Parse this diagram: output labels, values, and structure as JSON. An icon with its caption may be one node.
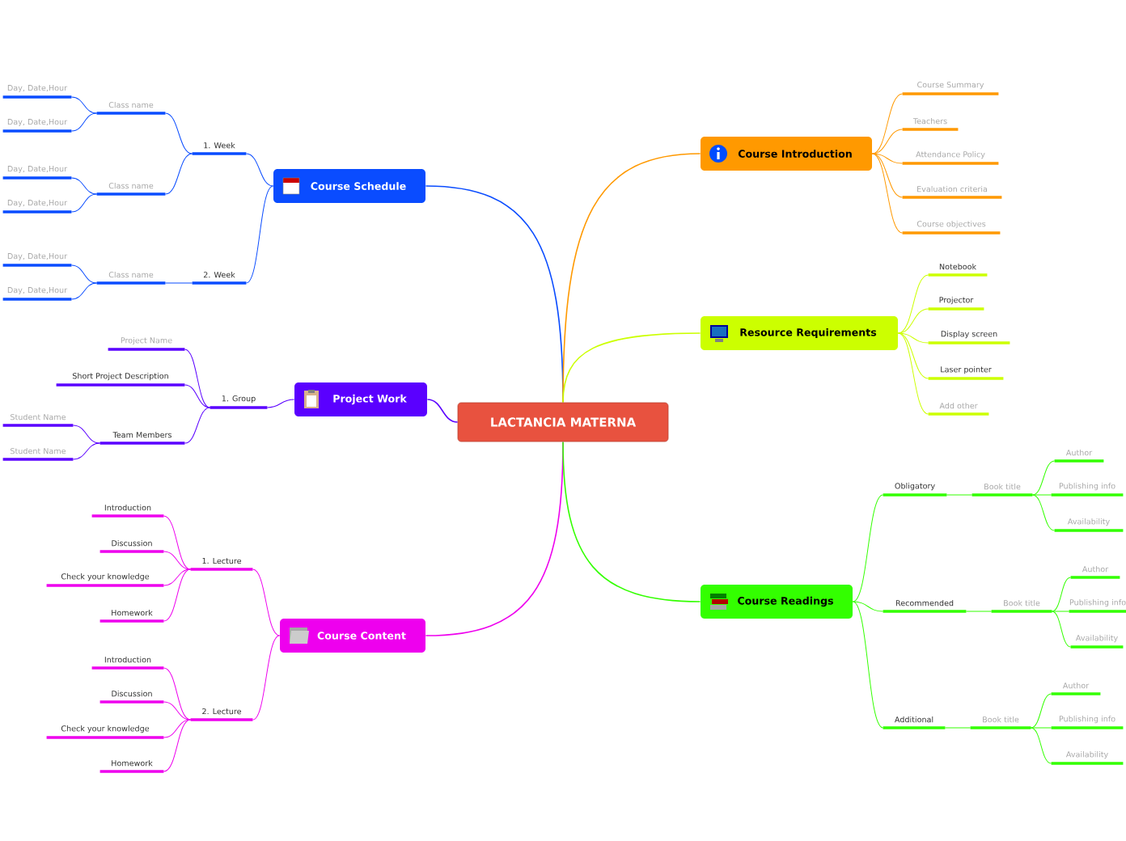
{
  "diagram": {
    "nodes": [
      {
        "text": [
          "LACTANCIA MATERNA"
        ]
      },
      {
        "text": [
          "Course Schedule"
        ]
      },
      {
        "text": [
          "1. Week"
        ]
      },
      {
        "text": [
          "Class name"
        ]
      },
      {
        "text": [
          "Day, Date,Hour"
        ]
      },
      {
        "text": [
          "Day, Date,Hour"
        ]
      },
      {
        "text": [
          "Class name"
        ]
      },
      {
        "text": [
          "Day, Date,Hour"
        ]
      },
      {
        "text": [
          "Day, Date,Hour"
        ]
      },
      {
        "text": [
          "2. Week"
        ]
      },
      {
        "text": [
          "Class name"
        ]
      },
      {
        "text": [
          "Day, Date,Hour"
        ]
      },
      {
        "text": [
          "Day, Date,Hour"
        ]
      },
      {
        "text": [
          "Project Work"
        ]
      },
      {
        "text": [
          "1. Group"
        ]
      },
      {
        "text": [
          "Project Name"
        ]
      },
      {
        "text": [
          "Short Project Description"
        ]
      },
      {
        "text": [
          "Team Members"
        ]
      },
      {
        "text": [
          "Student Name"
        ]
      },
      {
        "text": [
          "Student Name"
        ]
      },
      {
        "text": [
          "Course Content"
        ]
      },
      {
        "text": [
          "1. Lecture"
        ]
      },
      {
        "text": [
          "Introduction"
        ]
      },
      {
        "text": [
          "Discussion"
        ]
      },
      {
        "text": [
          "Check your knowledge"
        ]
      },
      {
        "text": [
          "Homework"
        ]
      },
      {
        "text": [
          "2. Lecture"
        ]
      },
      {
        "text": [
          "Introduction"
        ]
      },
      {
        "text": [
          "Discussion"
        ]
      },
      {
        "text": [
          "Check your knowledge"
        ]
      },
      {
        "text": [
          "Homework"
        ]
      },
      {
        "text": [
          "Course Introduction"
        ]
      },
      {
        "text": [
          "Course Summary"
        ]
      },
      {
        "text": [
          "Teachers"
        ]
      },
      {
        "text": [
          "Attendance Policy"
        ]
      },
      {
        "text": [
          "Evaluation criteria"
        ]
      },
      {
        "text": [
          "Course objectives"
        ]
      },
      {
        "text": [
          "Resource Requirements"
        ]
      },
      {
        "text": [
          "Notebook"
        ]
      },
      {
        "text": [
          "Projector"
        ]
      },
      {
        "text": [
          "Display screen"
        ]
      },
      {
        "text": [
          "Laser pointer"
        ]
      },
      {
        "text": [
          "Add other"
        ]
      },
      {
        "text": [
          "Course Readings"
        ]
      },
      {
        "text": [
          "Obligatory"
        ]
      },
      {
        "text": [
          "Book title"
        ]
      },
      {
        "text": [
          "Author"
        ]
      },
      {
        "text": [
          "Publishing info"
        ]
      },
      {
        "text": [
          "Availability"
        ]
      },
      {
        "text": [
          "Recommended"
        ]
      },
      {
        "text": [
          "Book title"
        ]
      },
      {
        "text": [
          "Author"
        ]
      },
      {
        "text": [
          "Publishing info"
        ]
      },
      {
        "text": [
          "Availability"
        ]
      },
      {
        "text": [
          "Additional"
        ]
      },
      {
        "text": [
          "Book title"
        ]
      },
      {
        "text": [
          "Author"
        ]
      },
      {
        "text": [
          "Publishing info"
        ]
      },
      {
        "text": [
          "Availability"
        ]
      }
    ],
    "edges": [
      {
        "from": 0,
        "to": 1,
        "arrow": "none",
        "color": "#0a4cff"
      },
      {
        "from": 1,
        "to": 2,
        "arrow": "none",
        "color": "#0a4cff"
      },
      {
        "from": 2,
        "to": 3,
        "arrow": "none",
        "color": "#0a4cff"
      },
      {
        "from": 3,
        "to": 4,
        "arrow": "none",
        "color": "#0a4cff"
      },
      {
        "from": 3,
        "to": 5,
        "arrow": "none",
        "color": "#0a4cff"
      },
      {
        "from": 2,
        "to": 6,
        "arrow": "none",
        "color": "#0a4cff"
      },
      {
        "from": 6,
        "to": 7,
        "arrow": "none",
        "color": "#0a4cff"
      },
      {
        "from": 6,
        "to": 8,
        "arrow": "none",
        "color": "#0a4cff"
      },
      {
        "from": 1,
        "to": 9,
        "arrow": "none",
        "color": "#0a4cff"
      },
      {
        "from": 9,
        "to": 10,
        "arrow": "none",
        "color": "#0a4cff"
      },
      {
        "from": 10,
        "to": 11,
        "arrow": "none",
        "color": "#0a4cff"
      },
      {
        "from": 10,
        "to": 12,
        "arrow": "none",
        "color": "#0a4cff"
      },
      {
        "from": 0,
        "to": 13,
        "arrow": "none",
        "color": "#5a00ff"
      },
      {
        "from": 13,
        "to": 14,
        "arrow": "none",
        "color": "#5a00ff"
      },
      {
        "from": 14,
        "to": 15,
        "arrow": "none",
        "color": "#5a00ff"
      },
      {
        "from": 14,
        "to": 16,
        "arrow": "none",
        "color": "#5a00ff"
      },
      {
        "from": 14,
        "to": 17,
        "arrow": "none",
        "color": "#5a00ff"
      },
      {
        "from": 17,
        "to": 18,
        "arrow": "none",
        "color": "#5a00ff"
      },
      {
        "from": 17,
        "to": 19,
        "arrow": "none",
        "color": "#5a00ff"
      },
      {
        "from": 0,
        "to": 20,
        "arrow": "none",
        "color": "#ee00ee"
      },
      {
        "from": 20,
        "to": 21,
        "arrow": "none",
        "color": "#ee00ee"
      },
      {
        "from": 21,
        "to": 22,
        "arrow": "none",
        "color": "#ee00ee"
      },
      {
        "from": 21,
        "to": 23,
        "arrow": "none",
        "color": "#ee00ee"
      },
      {
        "from": 21,
        "to": 24,
        "arrow": "none",
        "color": "#ee00ee"
      },
      {
        "from": 21,
        "to": 25,
        "arrow": "none",
        "color": "#ee00ee"
      },
      {
        "from": 20,
        "to": 26,
        "arrow": "none",
        "color": "#ee00ee"
      },
      {
        "from": 26,
        "to": 27,
        "arrow": "none",
        "color": "#ee00ee"
      },
      {
        "from": 26,
        "to": 28,
        "arrow": "none",
        "color": "#ee00ee"
      },
      {
        "from": 26,
        "to": 29,
        "arrow": "none",
        "color": "#ee00ee"
      },
      {
        "from": 26,
        "to": 30,
        "arrow": "none",
        "color": "#ee00ee"
      },
      {
        "from": 0,
        "to": 31,
        "arrow": "none",
        "color": "#ff9900"
      },
      {
        "from": 31,
        "to": 32,
        "arrow": "none",
        "color": "#ff9900"
      },
      {
        "from": 31,
        "to": 33,
        "arrow": "none",
        "color": "#ff9900"
      },
      {
        "from": 31,
        "to": 34,
        "arrow": "none",
        "color": "#ff9900"
      },
      {
        "from": 31,
        "to": 35,
        "arrow": "none",
        "color": "#ff9900"
      },
      {
        "from": 31,
        "to": 36,
        "arrow": "none",
        "color": "#ff9900"
      },
      {
        "from": 0,
        "to": 37,
        "arrow": "none",
        "color": "#ccff00"
      },
      {
        "from": 37,
        "to": 38,
        "arrow": "none",
        "color": "#ccff00"
      },
      {
        "from": 37,
        "to": 39,
        "arrow": "none",
        "color": "#ccff00"
      },
      {
        "from": 37,
        "to": 40,
        "arrow": "none",
        "color": "#ccff00"
      },
      {
        "from": 37,
        "to": 41,
        "arrow": "none",
        "color": "#ccff00"
      },
      {
        "from": 37,
        "to": 42,
        "arrow": "none",
        "color": "#ccff00"
      },
      {
        "from": 0,
        "to": 43,
        "arrow": "none",
        "color": "#33ff00"
      },
      {
        "from": 43,
        "to": 44,
        "arrow": "none",
        "color": "#33ff00"
      },
      {
        "from": 44,
        "to": 45,
        "arrow": "none",
        "color": "#33ff00"
      },
      {
        "from": 45,
        "to": 46,
        "arrow": "none",
        "color": "#33ff00"
      },
      {
        "from": 45,
        "to": 47,
        "arrow": "none",
        "color": "#33ff00"
      },
      {
        "from": 45,
        "to": 48,
        "arrow": "none",
        "color": "#33ff00"
      },
      {
        "from": 43,
        "to": 49,
        "arrow": "none",
        "color": "#33ff00"
      },
      {
        "from": 49,
        "to": 50,
        "arrow": "none",
        "color": "#33ff00"
      },
      {
        "from": 50,
        "to": 51,
        "arrow": "none",
        "color": "#33ff00"
      },
      {
        "from": 50,
        "to": 52,
        "arrow": "none",
        "color": "#33ff00"
      },
      {
        "from": 50,
        "to": 53,
        "arrow": "none",
        "color": "#33ff00"
      },
      {
        "from": 43,
        "to": 54,
        "arrow": "none",
        "color": "#33ff00"
      },
      {
        "from": 54,
        "to": 55,
        "arrow": "none",
        "color": "#33ff00"
      },
      {
        "from": 55,
        "to": 56,
        "arrow": "none",
        "color": "#33ff00"
      },
      {
        "from": 55,
        "to": 57,
        "arrow": "none",
        "color": "#33ff00"
      },
      {
        "from": 55,
        "to": 58,
        "arrow": "none",
        "color": "#33ff00"
      }
    ]
  }
}
